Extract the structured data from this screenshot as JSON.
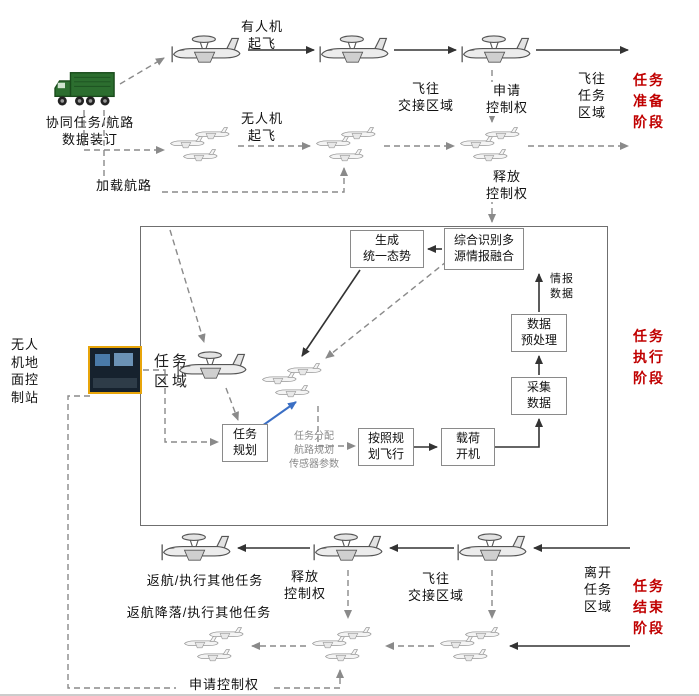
{
  "phase_labels": {
    "prepare": "任务\n准备\n阶段",
    "execute": "任务\n执行\n阶段",
    "finish": "任务\n结束\n阶段"
  },
  "top_flow": {
    "manned_takeoff": "有人机\n起飞",
    "uav_takeoff": "无人机\n起飞",
    "fly_to_handover": "飞往\n交接区域",
    "request_control": "申请\n控制权",
    "fly_to_mission": "飞往\n任务\n区域",
    "release_control": "释放\n控制权",
    "data_binding": "协同任务/航路\n数据装订",
    "load_route": "加载航路"
  },
  "mission_box": {
    "area_label": "任务\n区域",
    "gen_situation": "生成\n统一态势",
    "fusion": "综合识别多\n源情报融合",
    "intel_data": "情报\n数据",
    "preprocess": "数据\n预处理",
    "collect_data": "采集\n数据",
    "payload_on": "载荷\n开机",
    "fly_per_plan": "按照规\n划飞行",
    "mission_planning": "任务\n规划",
    "assign_params": "任务分配\n航路规划\n传感器参数"
  },
  "gcs_label": "无人\n机地\n面控\n制站",
  "bottom_flow": {
    "return_or_other": "返航/执行其他任务",
    "release_control": "释放\n控制权",
    "fly_to_handover": "飞往\n交接区域",
    "leave_mission": "离开\n任务\n区域",
    "return_land_other": "返航降落/执行其他任务",
    "request_control": "申请控制权"
  },
  "icons": {
    "manned_aircraft": "manned-aircraft-icon",
    "uav_group": "uav-group-icon",
    "truck": "supply-truck-icon",
    "ground_station": "ground-control-station-photo"
  },
  "colors": {
    "phase_red": "#c00000",
    "truck_green": "#2c6e2f",
    "arrow_black": "#333333",
    "arrow_gray": "#8a8a8a",
    "arrow_blue": "#3b6fc4",
    "box_border": "#8a8a8a"
  }
}
